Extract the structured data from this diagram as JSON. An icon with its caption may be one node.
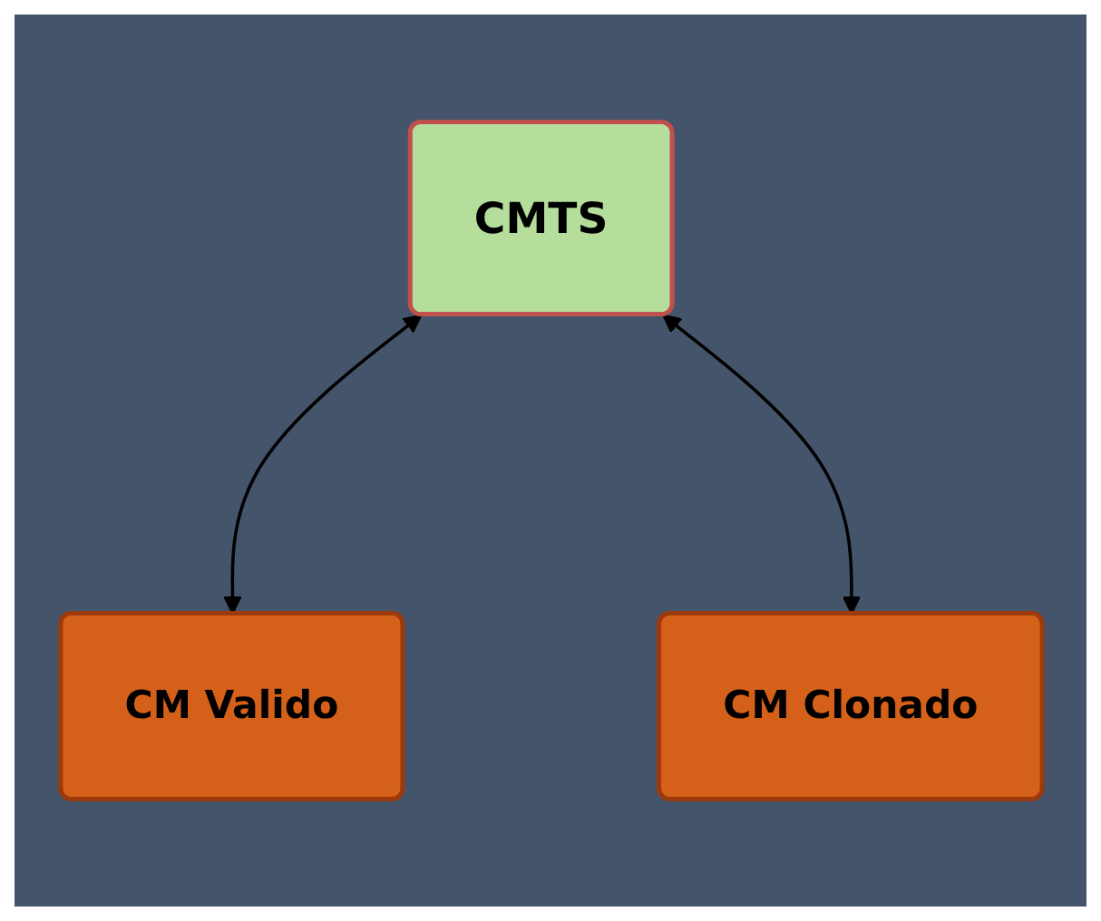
{
  "diagram": {
    "nodes": [
      {
        "text": [
          "CMTS"
        ]
      },
      {
        "text": [
          "CM Valido"
        ]
      },
      {
        "text": [
          "CM Clonado"
        ]
      }
    ],
    "edges": [
      {
        "from": 1,
        "to": 0,
        "arrow": "both"
      },
      {
        "from": 2,
        "to": 0,
        "arrow": "both"
      }
    ]
  }
}
